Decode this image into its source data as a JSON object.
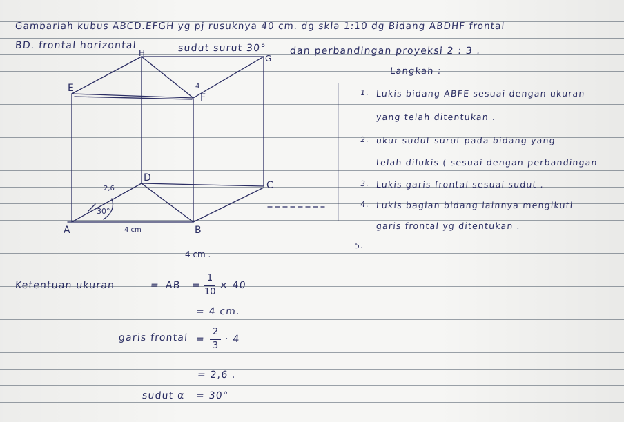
{
  "problem": {
    "line1": "Gambarlah kubus ABCD.EFGH yg pj rusuknya 40 cm. dg skla 1:10 dg Bidang ABDHF frontal",
    "line2_a": "BD. frontal horizontal",
    "line2_b": "sudut surut 30°",
    "line2_c": "dan perbandingan proyeksi 2 : 3 ."
  },
  "steps": {
    "title": "Langkah :",
    "items": [
      {
        "num": "1.",
        "line1": "Lukis bidang ABFE sesuai dengan ukuran",
        "line2": "yang telah ditentukan ."
      },
      {
        "num": "2.",
        "line1": "ukur sudut surut pada bidang yang",
        "line2": "telah dilukis ( sesuai dengan perbandingan"
      },
      {
        "num": "3.",
        "line1": "Lukis garis frontal sesuai sudut .",
        "line2": ""
      },
      {
        "num": "4.",
        "line1": "Lukis bagian bidang lainnya mengikuti",
        "line2": "garis frontal yg ditentukan ."
      },
      {
        "num": "5.",
        "line1": "",
        "line2": ""
      }
    ]
  },
  "figure": {
    "vertices": {
      "A": "A",
      "B": "B",
      "C": "C",
      "D": "D",
      "E": "E",
      "F": "F",
      "G": "G",
      "H": "H"
    },
    "ab_length": "4 cm",
    "bottom_length": "4 cm .",
    "diag_length": "2,6",
    "angle": "30°",
    "f_height_mark": "4"
  },
  "calc": {
    "heading": "Ketentuan ukuran",
    "ab_lhs": "AB",
    "eq": "=",
    "frac1_num": "1",
    "frac1_den": "10",
    "ab_rhs": "× 40",
    "ab_result": "= 4 cm.",
    "frontal_label": "garis frontal",
    "frac2_num": "2",
    "frac2_den": "3",
    "frontal_rhs": "· 4",
    "frontal_result": "= 2,6 .",
    "angle_label": "sudut α",
    "angle_value": "= 30°"
  },
  "colors": {
    "ink": "#2b2e63",
    "rule": "#9aa1a8",
    "paper": "#f6f6f4"
  }
}
